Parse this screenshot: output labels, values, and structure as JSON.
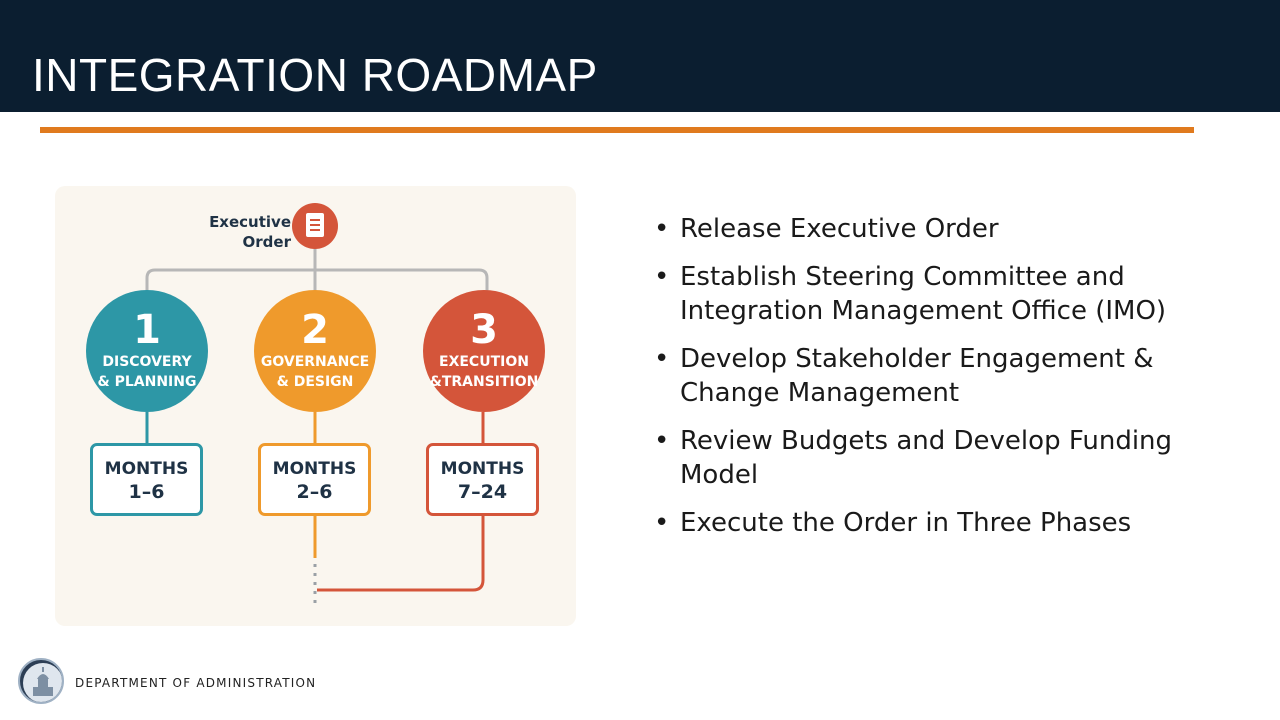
{
  "slide": {
    "title": "INTEGRATION ROADMAP"
  },
  "diagram": {
    "executive_order": {
      "line1": "Executive",
      "line2": "Order",
      "icon": "document-icon"
    },
    "phases": [
      {
        "number": "1",
        "line1": "DISCOVERY",
        "line2": "& PLANNING",
        "months_label": "MONTHS",
        "months_range": "1–6",
        "color": "#2d97a6"
      },
      {
        "number": "2",
        "line1": "GOVERNANCE",
        "line2": "& DESIGN",
        "months_label": "MONTHS",
        "months_range": "2–6",
        "color": "#ef9a2c"
      },
      {
        "number": "3",
        "line1": "EXECUTION",
        "line2": "&TRANSITION",
        "months_label": "MONTHS",
        "months_range": "7–24",
        "color": "#d4553a"
      }
    ]
  },
  "bullets": {
    "marker": "•",
    "items": [
      "Release Executive Order",
      "Establish Steering Committee and Integration Management Office (IMO)",
      "Develop Stakeholder Engagement & Change Management",
      "Review Budgets and Develop Funding Model",
      "Execute the Order in Three Phases"
    ]
  },
  "footer": {
    "department": "DEPARTMENT OF ADMINISTRATION",
    "seal_icon": "state-seal-icon"
  },
  "colors": {
    "header_bg": "#0b1e30",
    "accent": "#e07a1e",
    "connector_gray": "#b7b7b7"
  }
}
